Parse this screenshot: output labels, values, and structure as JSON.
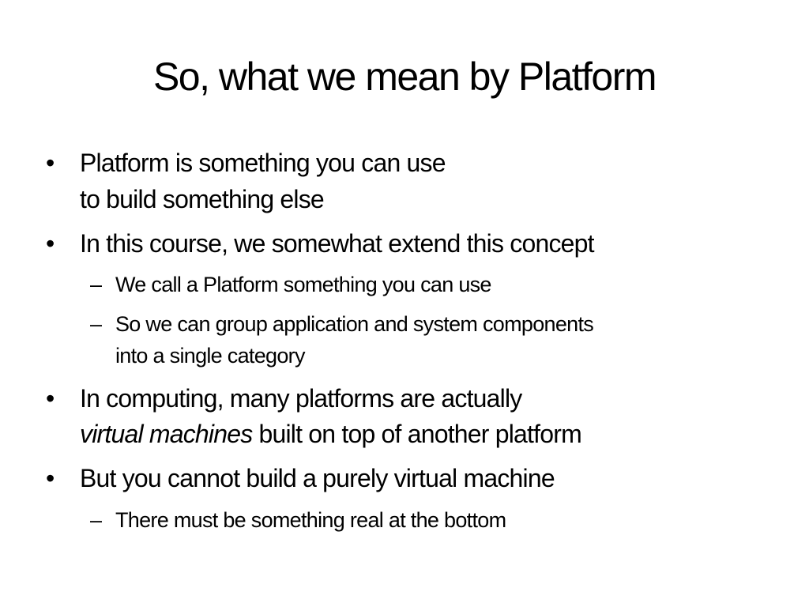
{
  "slide": {
    "title": "So, what we mean by Platform",
    "bullet_glyph": "•",
    "dash_glyph": "–",
    "items": [
      {
        "level": 1,
        "lines": [
          "Platform is something you can use",
          "to build something else"
        ]
      },
      {
        "level": 1,
        "lines": [
          "In this course, we somewhat extend this concept"
        ]
      },
      {
        "level": 2,
        "lines": [
          "We call a Platform something you can use"
        ]
      },
      {
        "level": 2,
        "lines": [
          "So we can group application and system components",
          "into a single category"
        ]
      },
      {
        "level": 1,
        "lines": [
          "In computing, many platforms are actually"
        ],
        "line2_italic": "virtual machines",
        "line2_rest": " built on top of another platform"
      },
      {
        "level": 1,
        "lines": [
          "But you cannot build a purely virtual machine"
        ]
      },
      {
        "level": 2,
        "lines": [
          "There must be something real at the bottom"
        ]
      }
    ]
  }
}
